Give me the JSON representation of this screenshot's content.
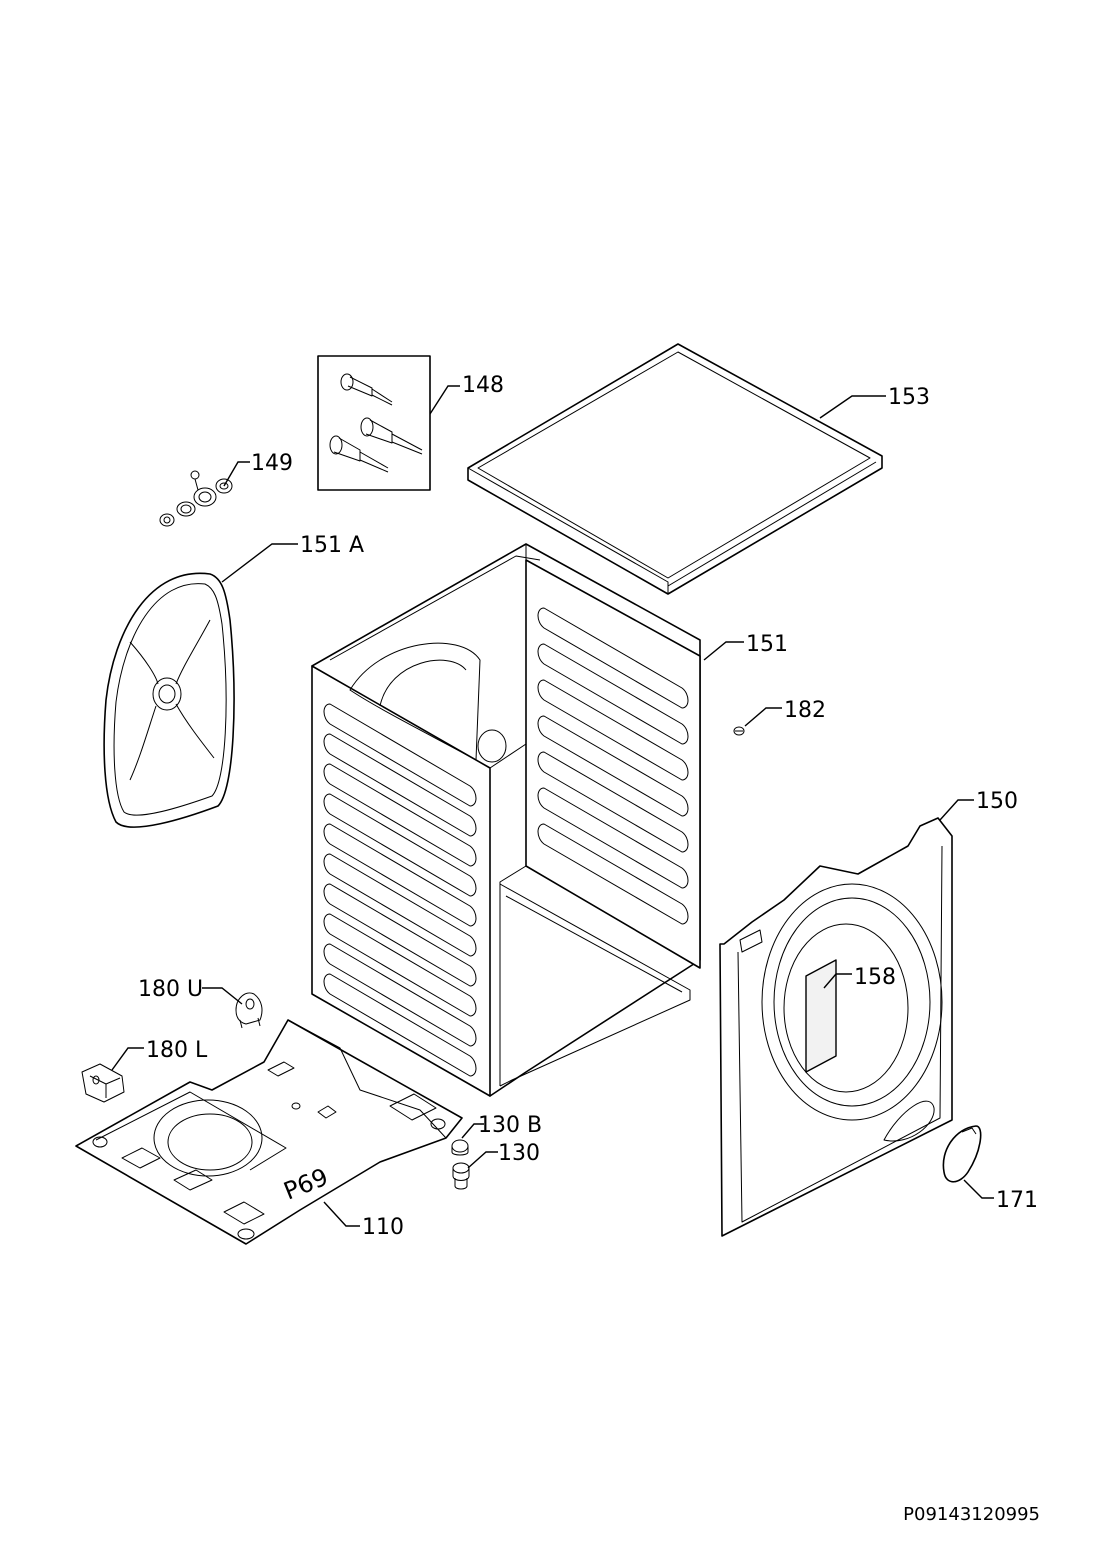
{
  "labels": {
    "p148": "148",
    "p149": "149",
    "p151a": "151 A",
    "p151": "151",
    "p153": "153",
    "p182": "182",
    "p150": "150",
    "p158": "158",
    "p180u": "180 U",
    "p180l": "180 L",
    "p130b": "130 B",
    "p130": "130",
    "p110": "110",
    "p171": "171"
  },
  "base_marking": "P69",
  "reference_code": "P09143120995"
}
